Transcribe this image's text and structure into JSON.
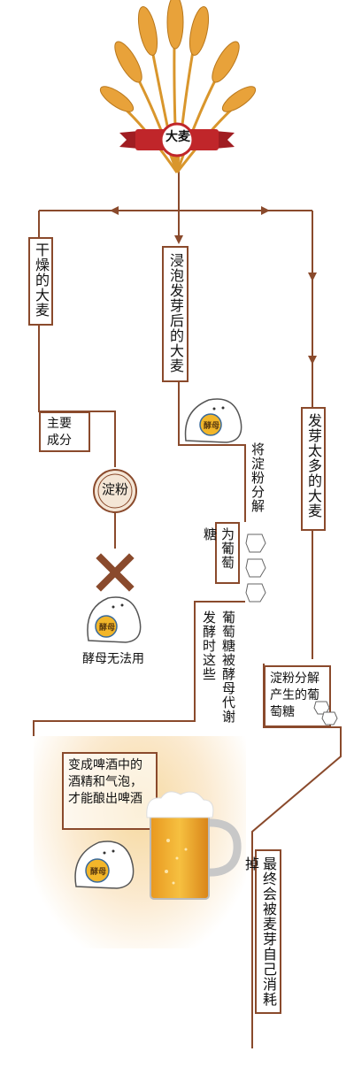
{
  "top": {
    "label": "大麦"
  },
  "branches": {
    "dry": {
      "title": "干燥的大麦",
      "sub": "主要成分",
      "component": "淀粉",
      "result": "酵母无法用"
    },
    "sprouted": {
      "title": "浸泡发芽后的大麦",
      "step1": "将淀粉分解",
      "step1b": "为葡萄糖",
      "step2": "葡萄糖被酵母代谢",
      "step2b": "发酵时这些",
      "result": "变成啤酒中的酒精和气泡，才能酿出啤酒"
    },
    "over": {
      "title": "发芽太多的大麦",
      "step1": "淀粉分解产生的葡萄糖",
      "result": "最终会被麦芽自己消耗掉"
    }
  },
  "icons": {
    "wheat": "wheat-icon",
    "cross": "cross-icon",
    "yeast": "yeast-mascot-icon",
    "beer": "beer-mug-icon",
    "glucose": "glucose-molecule-icon"
  },
  "mascot_label": "酵母",
  "colors": {
    "line": "#8a4a2c",
    "ribbon": "#c0262a",
    "gold": "#e8a23a",
    "circle_fill": "#f4e6d6"
  }
}
